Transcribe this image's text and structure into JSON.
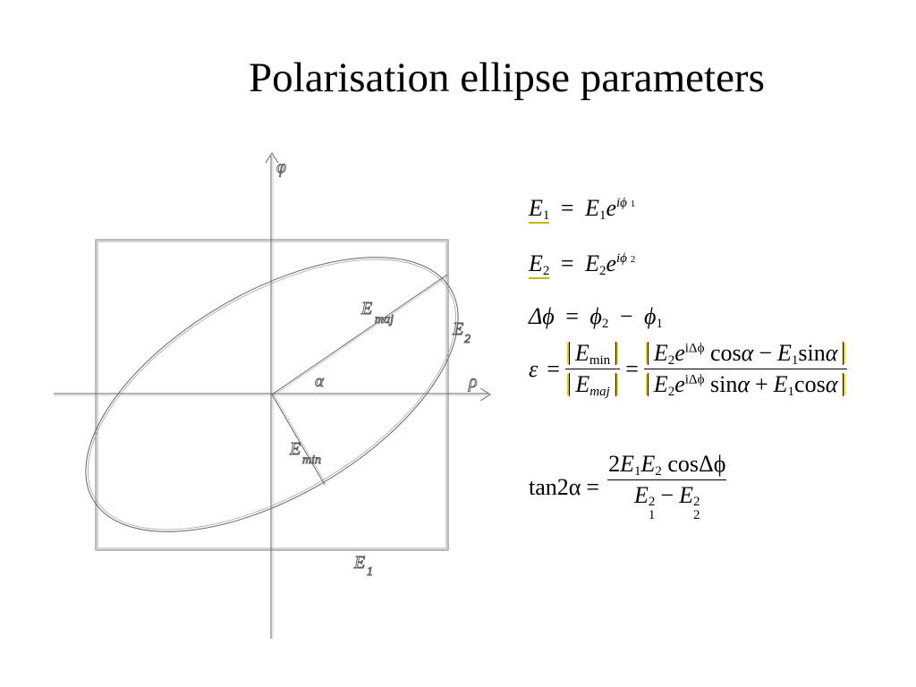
{
  "title": "Polarisation ellipse parameters",
  "diagram": {
    "labels": {
      "phi_axis": "φ",
      "rho_axis": "ρ",
      "alpha": "α",
      "e_maj": "E",
      "e_maj_sub": "maj",
      "e_min": "E",
      "e_min_sub": "min",
      "e_1": "E",
      "e_1_sub": "1",
      "e_2": "E",
      "e_2_sub": "2"
    }
  },
  "equations": {
    "eq1": {
      "lhs": "E",
      "lhs_sub": "1",
      "rel": "=",
      "rhs": "E",
      "rhs_sub": "1",
      "exp_base": "e",
      "exp_i": "i",
      "exp_phi": "ϕ",
      "exp_sub": "1"
    },
    "eq2": {
      "lhs": "E",
      "lhs_sub": "2",
      "rel": "=",
      "rhs": "E",
      "rhs_sub": "2",
      "exp_base": "e",
      "exp_i": "i",
      "exp_phi": "ϕ",
      "exp_sub": "2"
    },
    "eq3": {
      "lhs": "Δϕ",
      "rel": "=",
      "a": "ϕ",
      "a_sub": "2",
      "op": "−",
      "b": "ϕ",
      "b_sub": "1"
    },
    "eq4": {
      "eps": "ε",
      "rel": "=",
      "num_e": "E",
      "num_sub": "min",
      "den_e": "E",
      "den_sub": "maj",
      "rel2": "=",
      "r_num": {
        "e2": "E",
        "e2_sub": "2",
        "e": "e",
        "exp": "iΔϕ",
        "cos": "cos",
        "alpha": "α",
        "op": "−",
        "e1": "E",
        "e1_sub": "1",
        "sin": "sin",
        "alpha2": "α"
      },
      "r_den": {
        "e2": "E",
        "e2_sub": "2",
        "e": "e",
        "exp": "iΔϕ",
        "sin": "sin",
        "alpha": "α",
        "op": "+",
        "e1": "E",
        "e1_sub": "1",
        "cos": "cos",
        "alpha2": "α"
      }
    },
    "eq5": {
      "lhs": "tan2α",
      "rel": "=",
      "num": {
        "coef": "2",
        "e1": "E",
        "e1_sub": "1",
        "e2": "E",
        "e2_sub": "2",
        "tail": "cosΔϕ"
      },
      "den": {
        "e1": "E",
        "e1_sub": "1",
        "e1_sup": "2",
        "op": "−",
        "e2": "E",
        "e2_sub": "2",
        "e2_sup": "2"
      }
    }
  }
}
